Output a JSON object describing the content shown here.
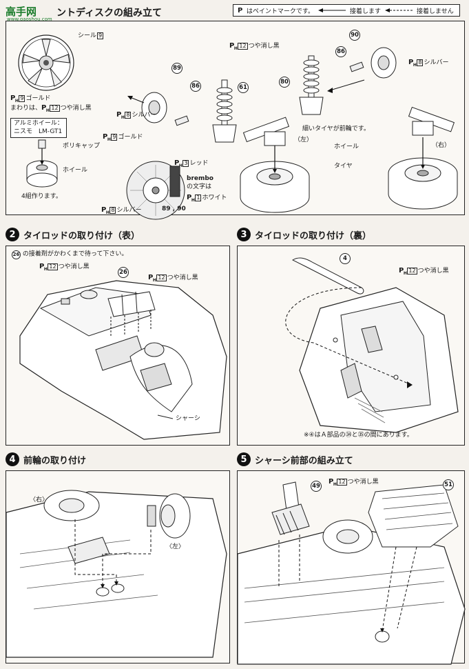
{
  "header": {
    "logo_text": "高手网",
    "logo_sub": "www.gaoshou.com",
    "title": "ントディスクの組み立て",
    "legend_paint": "はペイントマークです。",
    "legend_glue": "接着します",
    "legend_noglue": "接着しません"
  },
  "step1": {
    "seal": "シール",
    "seal_num": "9",
    "gold_text": "ゴールド",
    "gold_num": "9",
    "rim_text": "まわりは、",
    "rim_num": "12",
    "rim_tail": "つや消し黒",
    "alum_line1": "アルミホイール：",
    "alum_line2": "ニスモ　LM-GT1",
    "polycap": "ポリキャップ",
    "wheel": "ホイール",
    "four_sets": "4組作ります。",
    "silver_text": "シルバー",
    "silver_num": "8",
    "gold2_text": "ゴールド",
    "gold2_num": "9",
    "red_text": "レッド",
    "red_num": "3",
    "brembo": "brembo",
    "brembo_line2": "の文字は",
    "white_text": "ホワイト",
    "white_num": "1",
    "silver2_text": "シルバー",
    "silver2_num": "8",
    "parts_89_90": "89 , 90",
    "matte_black_num": "12",
    "matte_black_text": "つや消し黒",
    "silver3_text": "シルバー",
    "silver3_num": "8",
    "part_89": "89",
    "part_86": "86",
    "part_61": "61",
    "part_80": "80",
    "part_86b": "86",
    "part_90": "90",
    "thin_tire": "細いタイヤが前輪です。",
    "left": "（左）",
    "right": "（右）",
    "wheel2": "ホイール",
    "tire": "タイヤ"
  },
  "step2": {
    "num": "2",
    "title": "タイロッドの取り付け（表）",
    "note_part": "26",
    "note_text": "の接着剤がかわくまで待って下さい。",
    "matte1_num": "12",
    "matte1_text": "つや消し黒",
    "part_26": "26",
    "matte2_num": "12",
    "matte2_text": "つや消し黒",
    "chassis": "シャーシ"
  },
  "step3": {
    "num": "3",
    "title": "タイロッドの取り付け（裏）",
    "part_4": "4",
    "matte_num": "12",
    "matte_text": "つや消し黒",
    "footnote": "※④はＡ部品の㉞と㉟の間にあります。"
  },
  "step4": {
    "num": "4",
    "title": "前輪の取り付け",
    "right": "〈右〉",
    "left": "〈左〉"
  },
  "step5": {
    "num": "5",
    "title": "シャーシ前部の組み立て",
    "part_49": "49",
    "matte_num": "12",
    "matte_text": "つや消し黒",
    "part_51": "51"
  }
}
